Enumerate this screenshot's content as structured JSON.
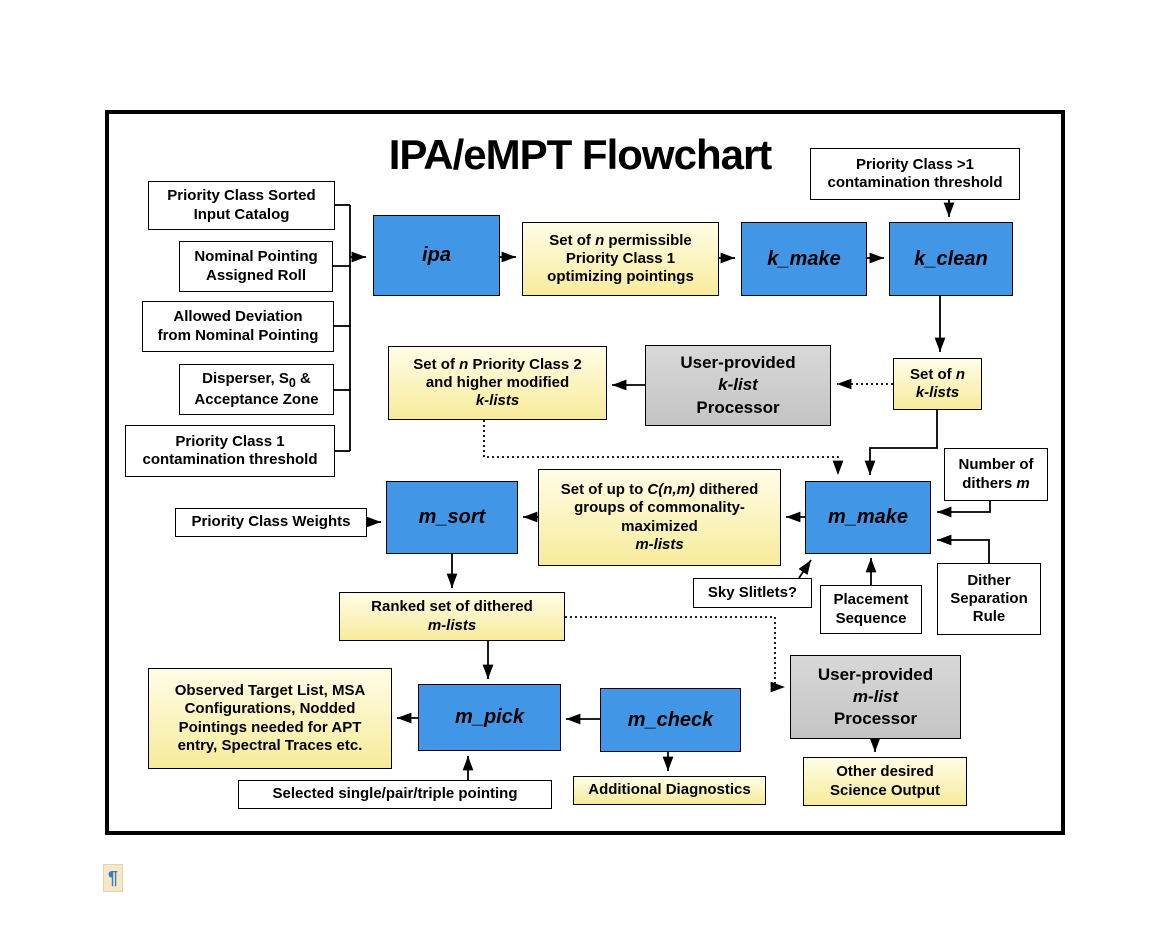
{
  "title": "IPA/eMPT Flowchart",
  "pilcrow": "¶",
  "colors": {
    "process_blue": "#4197E6",
    "data_yellow_top": "#FFFDE6",
    "data_yellow_bottom": "#F7EB9B",
    "processor_gray_top": "#D8D8D8",
    "processor_gray_bottom": "#C4C4C4",
    "line_black": "#000000"
  },
  "boxes": {
    "priority_gt1": {
      "l1": "Priority Class >1",
      "l2": "contamination threshold"
    },
    "input_catalog": {
      "l1": "Priority Class Sorted",
      "l2": "Input Catalog"
    },
    "nominal_pointing": {
      "l1": "Nominal Pointing",
      "l2": "Assigned Roll"
    },
    "allowed_deviation": {
      "l1": "Allowed Deviation",
      "l2": "from Nominal Pointing"
    },
    "disperser": {
      "l1_pre": "Disperser, S",
      "l1_sub": "0",
      "l1_post": " &",
      "l2": "Acceptance Zone"
    },
    "priority1": {
      "l1": "Priority Class 1",
      "l2": "contamination threshold"
    },
    "ipa": {
      "label": "ipa"
    },
    "permissible": {
      "l1a": "Set of ",
      "l1b": "n",
      "l1c": " permissible",
      "l2": "Priority Class 1",
      "l3": "optimizing pointings"
    },
    "k_make": {
      "label": "k_make"
    },
    "k_clean": {
      "label": "k_clean"
    },
    "k_lists_mod": {
      "l1a": "Set of ",
      "l1b": "n",
      "l1c": " Priority Class 2",
      "l2": "and higher modified",
      "l3": "k-lists"
    },
    "k_list_processor": {
      "l1": "User-provided",
      "l2": "k-list",
      "l3": "Processor"
    },
    "set_of_n_klists": {
      "l1a": "Set of ",
      "l1b": "n",
      "l2": "k-lists"
    },
    "number_dithers": {
      "l1": "Number of",
      "l2a": "dithers ",
      "l2b": "m"
    },
    "m_sort": {
      "label": "m_sort"
    },
    "cnm": {
      "l1a": "Set of up to ",
      "l1b": "C(n,m)",
      "l1c": " dithered",
      "l2": "groups of commonality-",
      "l3": "maximized",
      "l4": "m-lists"
    },
    "m_make": {
      "label": "m_make"
    },
    "weights": {
      "l1": "Priority Class Weights"
    },
    "ranked": {
      "l1": "Ranked set of dithered",
      "l2": "m-lists"
    },
    "sky_slitlets": {
      "l1": "Sky Slitlets?"
    },
    "placement": {
      "l1": "Placement",
      "l2": "Sequence"
    },
    "dither_rule": {
      "l1": "Dither",
      "l2": "Separation",
      "l3": "Rule"
    },
    "m_pick": {
      "label": "m_pick"
    },
    "m_check": {
      "label": "m_check"
    },
    "observed": {
      "l1": "Observed Target List, MSA",
      "l2": "Configurations, Nodded",
      "l3": "Pointings needed for APT",
      "l4": "entry, Spectral Traces etc."
    },
    "selected": {
      "l1": "Selected single/pair/triple pointing"
    },
    "diagnostics": {
      "l1": "Additional Diagnostics"
    },
    "m_list_processor": {
      "l1": "User-provided",
      "l2": "m-list",
      "l3": "Processor"
    },
    "other_output": {
      "l1": "Other desired",
      "l2": "Science Output"
    }
  }
}
